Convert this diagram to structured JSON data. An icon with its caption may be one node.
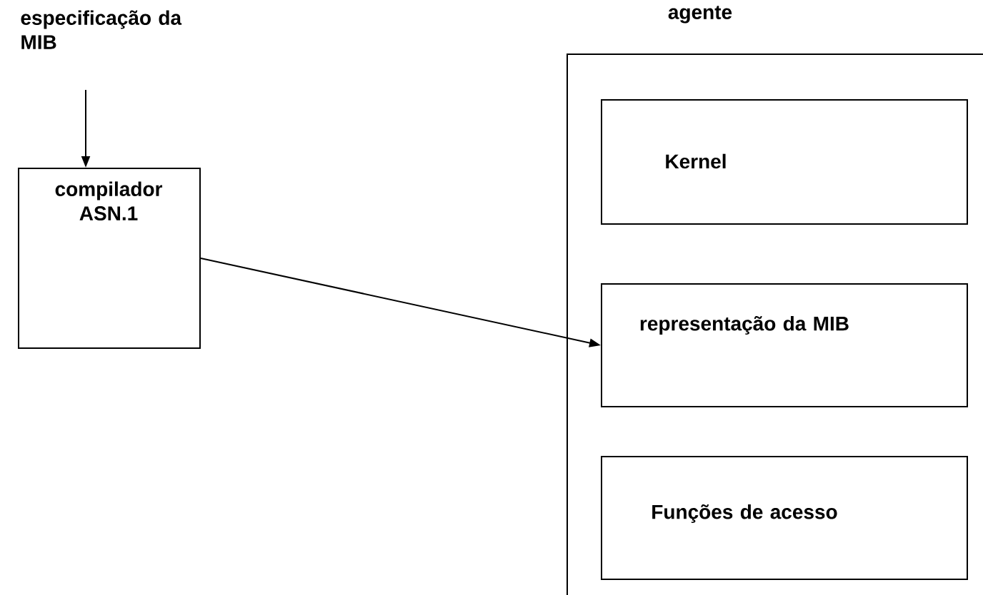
{
  "diagram": {
    "nodes": [
      {
        "text": [
          "especificação da MIB"
        ]
      },
      {
        "text": [
          "compilador ASN.1"
        ]
      },
      {
        "text": [
          "agente"
        ]
      },
      {
        "text": [
          "Kernel"
        ],
        "in": 2
      },
      {
        "text": [
          "representação da MIB"
        ],
        "in": 2
      },
      {
        "text": [
          "Funções de acesso"
        ],
        "in": 2
      }
    ],
    "edges": [
      {
        "from": 0,
        "to": 1,
        "arrow": "to"
      },
      {
        "from": 1,
        "to": 4,
        "arrow": "to"
      }
    ]
  }
}
